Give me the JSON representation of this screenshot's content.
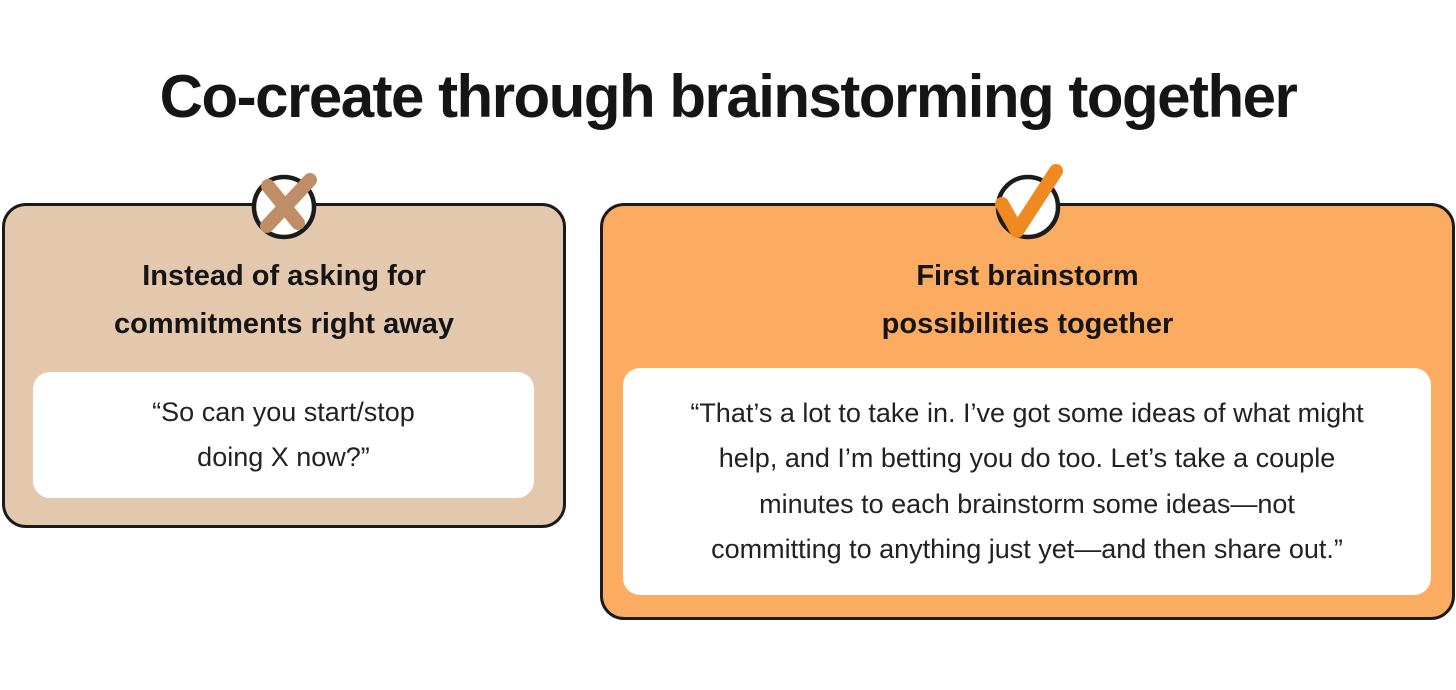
{
  "title": "Co-create through brainstorming together",
  "colors": {
    "page_bg": "#ffffff",
    "tan_card": "#e4c8ae",
    "orange_card": "#fbac61",
    "x_mark": "#bf8e66",
    "check_mark": "#f08a20",
    "outline": "#1b1b1b",
    "heading_text": "#151515",
    "quote_text": "#222222"
  },
  "left_card": {
    "icon": "x-mark-icon",
    "heading_lines": [
      "Instead of asking for",
      "commitments right away"
    ],
    "quote_lines": [
      "“So can you start/stop",
      "doing X now?”"
    ]
  },
  "right_card": {
    "icon": "check-mark-icon",
    "heading_lines": [
      "First brainstorm",
      "possibilities together"
    ],
    "quote_lines": [
      "“That’s a lot to take in. I’ve got some ideas of what might",
      "help, and I’m betting you do too. Let’s take a couple",
      "minutes to each brainstorm some ideas—not",
      "committing to anything just yet—and then share out.”"
    ]
  }
}
